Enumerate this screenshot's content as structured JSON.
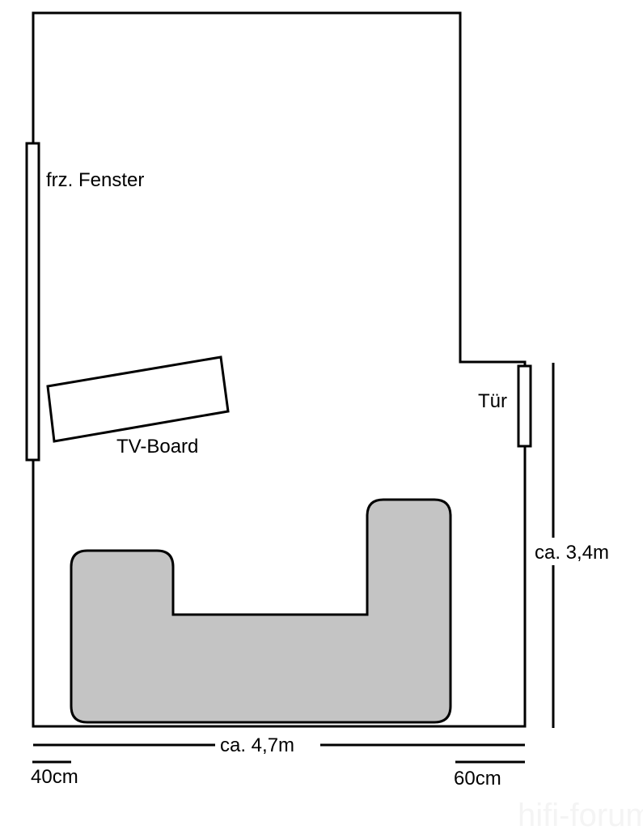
{
  "labels": {
    "window": "frz. Fenster",
    "tv_board": "TV-Board",
    "door": "Tür",
    "height_dim": "ca. 3,4m",
    "width_dim": "ca. 4,7m",
    "left_offset": "40cm",
    "right_offset": "60cm"
  },
  "watermark": "hifi-forum.de",
  "colors": {
    "sofa": "#c4c4c4",
    "line": "#000000"
  }
}
